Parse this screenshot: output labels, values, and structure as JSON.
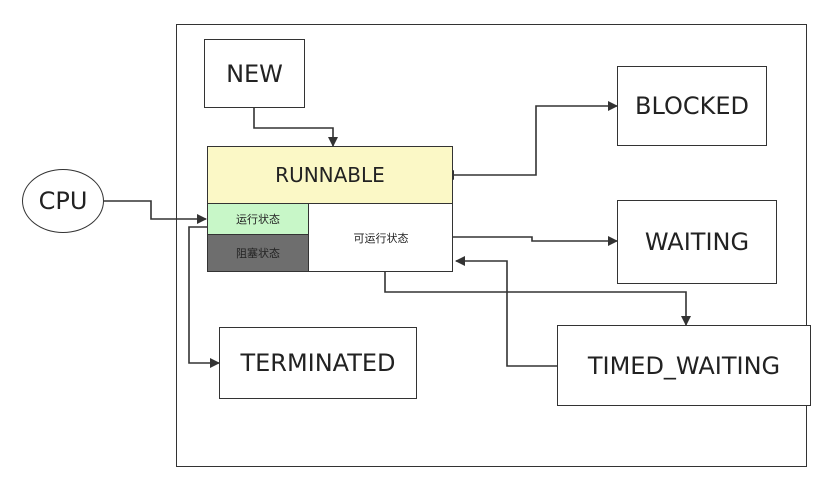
{
  "states": {
    "new": "NEW",
    "runnable": "RUNNABLE",
    "blocked": "BLOCKED",
    "waiting": "WAITING",
    "timed_waiting": "TIMED_WAITING",
    "terminated": "TERMINATED"
  },
  "runnable_sub": {
    "running": "运行状态",
    "blocked": "阻塞状态",
    "ready": "可运行状态"
  },
  "cpu": "CPU",
  "colors": {
    "runnable_fill": "#fbf8c6",
    "running_fill": "#c8f7c8",
    "blocked_sub_fill": "#6e6e6e",
    "line": "#333333"
  }
}
